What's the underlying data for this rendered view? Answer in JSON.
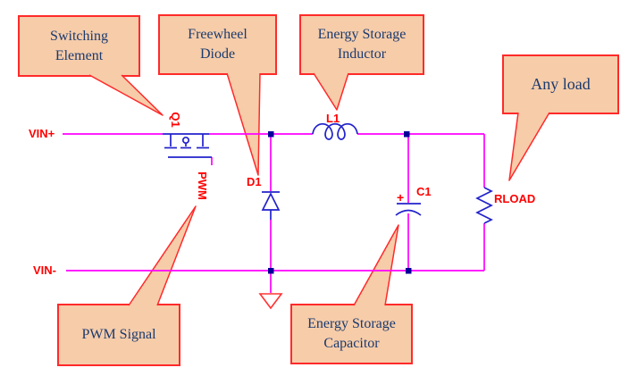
{
  "callouts": [
    {
      "name": "switching-element",
      "lines": [
        "Switching",
        "Element"
      ],
      "points_to": "Q1"
    },
    {
      "name": "freewheel-diode",
      "lines": [
        "Freewheel",
        "Diode"
      ],
      "points_to": "D1"
    },
    {
      "name": "energy-storage-inductor",
      "lines": [
        "Energy Storage",
        "Inductor"
      ],
      "points_to": "L1"
    },
    {
      "name": "any-load",
      "lines": [
        "Any load"
      ],
      "points_to": "RLOAD"
    },
    {
      "name": "pwm-signal",
      "lines": [
        "PWM Signal"
      ],
      "points_to": "PWM"
    },
    {
      "name": "energy-storage-capacitor",
      "lines": [
        "Energy Storage",
        "Capacitor"
      ],
      "points_to": "C1"
    }
  ],
  "net_labels": {
    "vin_plus": "VIN+",
    "vin_minus": "VIN-",
    "pwm": "PWM"
  },
  "components": [
    {
      "ref": "Q1",
      "type": "mosfet"
    },
    {
      "ref": "D1",
      "type": "diode"
    },
    {
      "ref": "L1",
      "type": "inductor"
    },
    {
      "ref": "C1",
      "type": "polarized-capacitor",
      "polarity_mark": "+"
    },
    {
      "ref": "RLOAD",
      "type": "resistor"
    }
  ],
  "colors": {
    "wire": "#FF00FF",
    "component": "#2222CC",
    "junction": "#000099",
    "ref_label": "#FF0000",
    "callout_fill": "#F6CCA9",
    "callout_border": "#FF2A2A",
    "callout_text": "#1B3A6E",
    "ground_symbol": "#FF3333",
    "background": "#FFFFFF"
  }
}
